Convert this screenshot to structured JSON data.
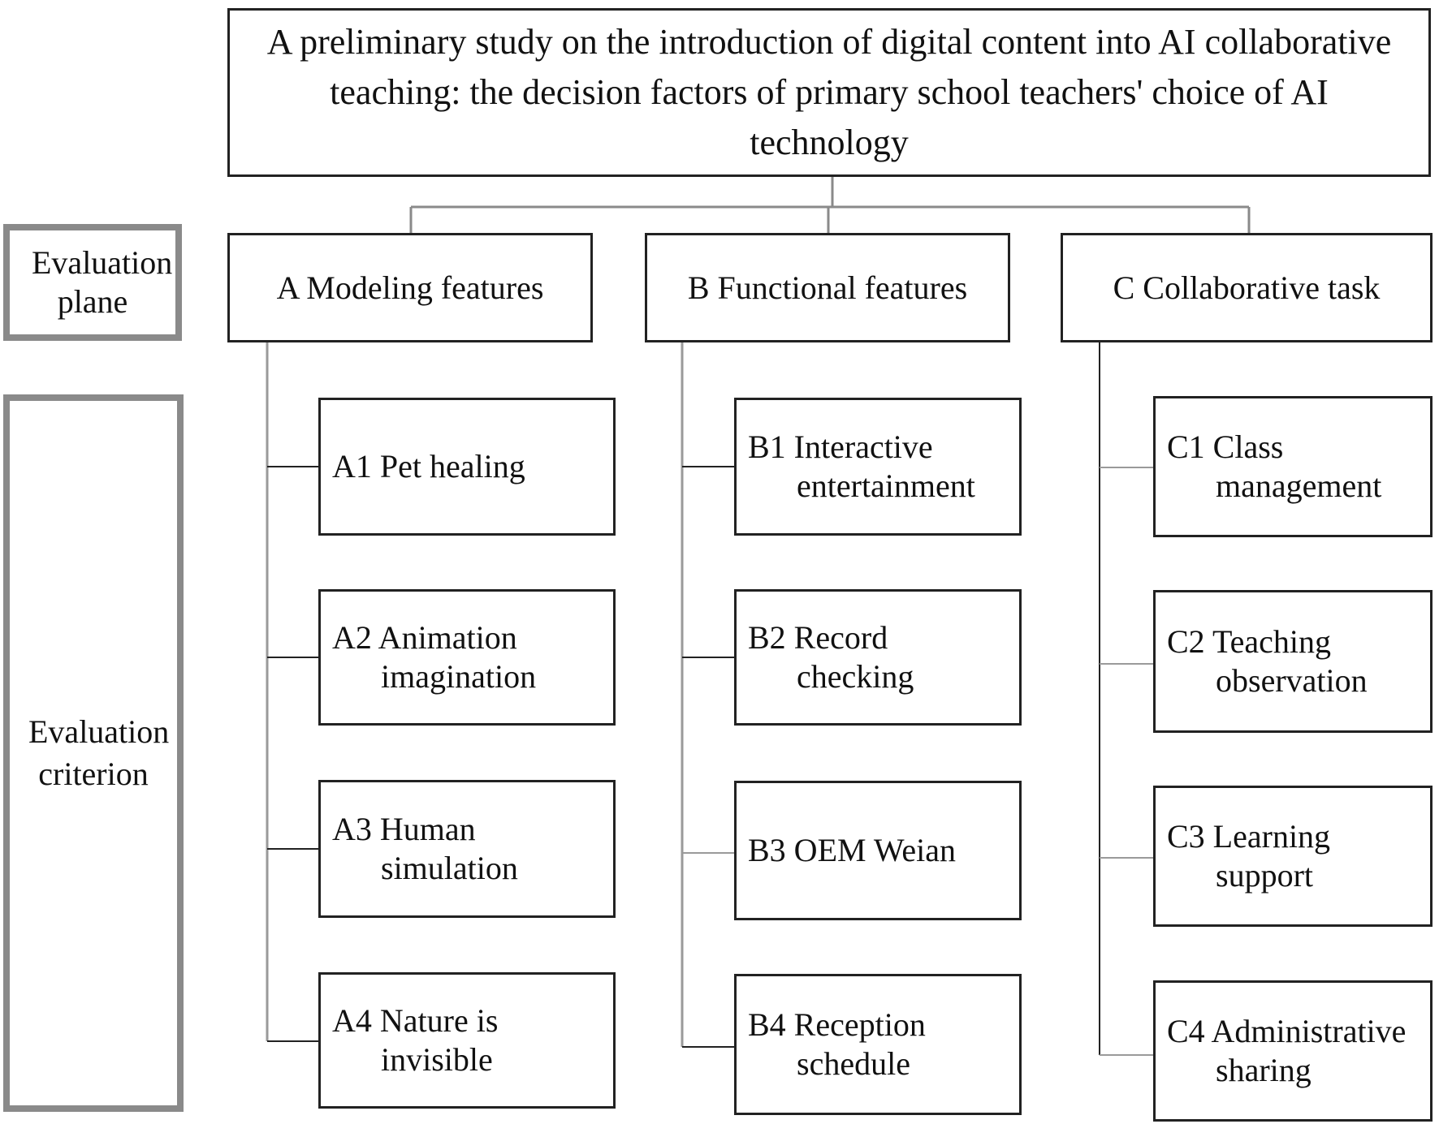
{
  "title": "A preliminary study on the introduction of digital content into AI collaborative teaching: the decision factors of primary school teachers' choice of AI technology",
  "labels": {
    "plane": "Evaluation plane",
    "criterion": "Evaluation criterion"
  },
  "categories": [
    {
      "name": "A Modeling features",
      "criteria": [
        {
          "line1": "A1 Pet healing",
          "line2": ""
        },
        {
          "line1": "A2 Animation",
          "line2": "imagination"
        },
        {
          "line1": "A3 Human",
          "line2": "simulation"
        },
        {
          "line1": "A4 Nature is",
          "line2": "invisible"
        }
      ]
    },
    {
      "name": "B Functional features",
      "criteria": [
        {
          "line1": "B1 Interactive",
          "line2": "entertainment"
        },
        {
          "line1": "B2 Record",
          "line2": "checking"
        },
        {
          "line1": "B3 OEM Weian",
          "line2": ""
        },
        {
          "line1": "B4 Reception",
          "line2": "schedule"
        }
      ]
    },
    {
      "name": "C Collaborative task",
      "criteria": [
        {
          "line1": "C1 Class",
          "line2": "management"
        },
        {
          "line1": "C2 Teaching",
          "line2": "observation"
        },
        {
          "line1": "C3 Learning",
          "line2": "support"
        },
        {
          "line1": "C4 Administrative",
          "line2": "sharing"
        }
      ]
    }
  ]
}
